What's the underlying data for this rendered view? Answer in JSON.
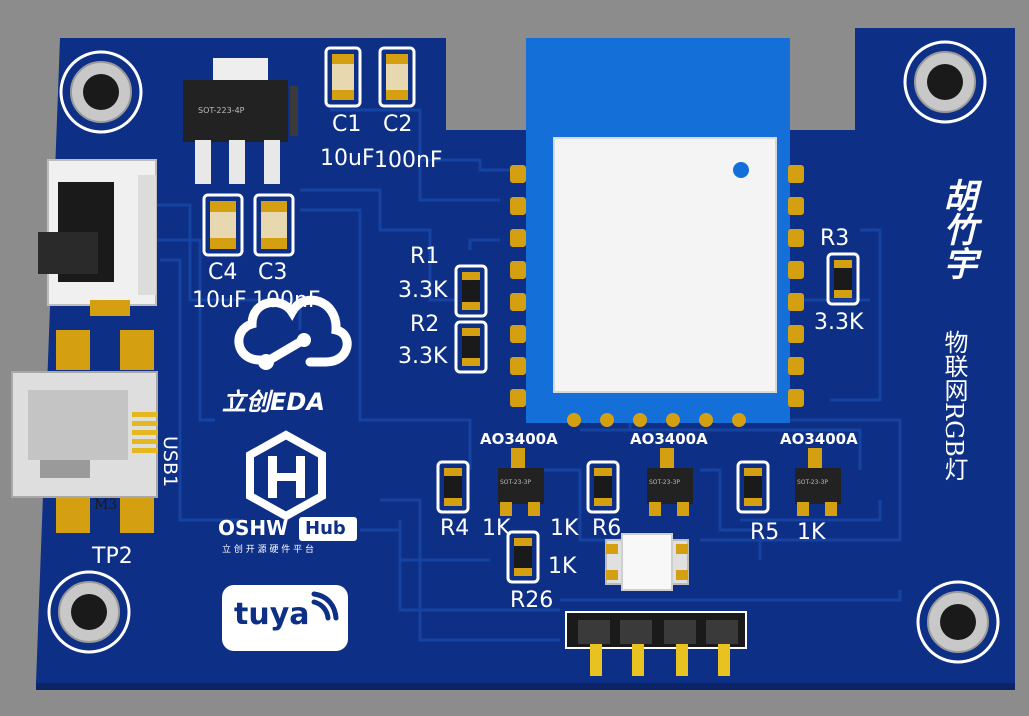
{
  "board": {
    "colors": {
      "pcb": "#0d2f86",
      "pcb_trace": "#1848a8",
      "background": "#8c8c8c",
      "module": "#1470d8",
      "pad": "#d4a012",
      "silk": "#ffffff"
    },
    "labels": {
      "c1": "C1",
      "c1_value": "10uF",
      "c2": "C2",
      "c2_value": "100nF",
      "c3": "C3",
      "c3_value": "100nF",
      "c4": "C4",
      "c4_value": "10uF",
      "r1": "R1",
      "r1_value": "3.3K",
      "r2": "R2",
      "r2_value": "3.3K",
      "r3": "R3",
      "r3_value": "3.3K",
      "r4": "R4",
      "r4_value": "1K",
      "r5": "R5",
      "r5_value": "1K",
      "r6": "R6",
      "r6_value": "1K",
      "r26": "R26",
      "r26_value": "1K",
      "q1": "AO3400A",
      "q2": "AO3400A",
      "q3": "AO3400A",
      "usb": "USB1",
      "tp2": "TP2",
      "m3": "M3",
      "regulator_marking": "SOT-223-4P",
      "mosfet_marking": "SOT-23-3P"
    },
    "logos": {
      "lceda": "立创EDA",
      "oshw": "OSHW",
      "hub": "Hub",
      "oshw_sub": "立 创 开 源 硬 件 平 台",
      "tuya": "tuya"
    },
    "title_cn": "物联网RGB灯",
    "author_cn": "胡竹宇"
  }
}
